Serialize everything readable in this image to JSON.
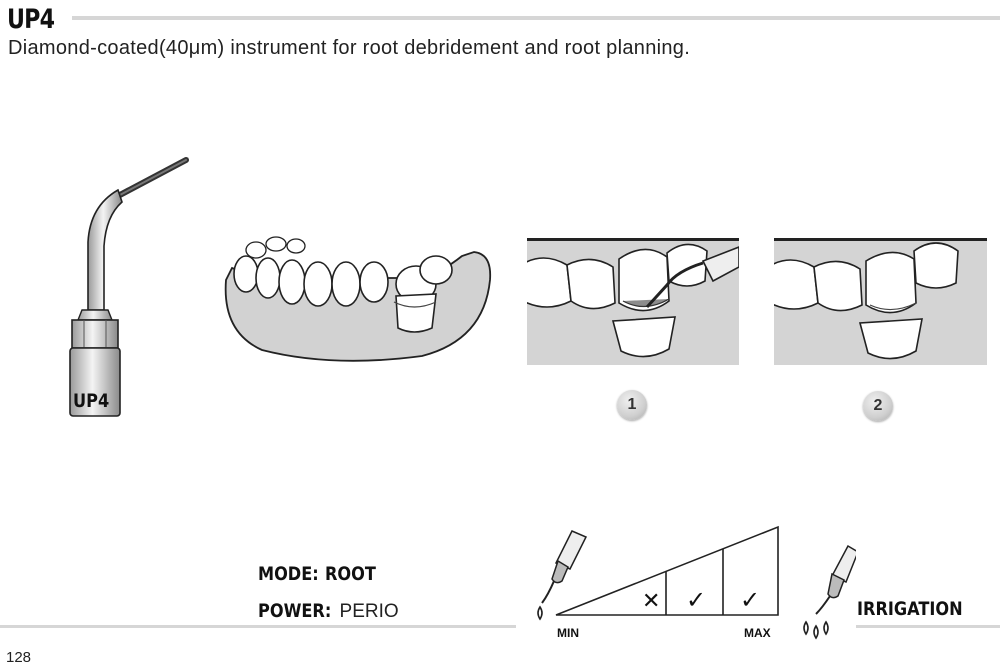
{
  "header": {
    "title": "UP4",
    "subtitle": "Diamond-coated(40μm) instrument for root debridement and root planning."
  },
  "instrument": {
    "tip_label": "UP4",
    "icon": "ultrasonic-tip-icon"
  },
  "steps": [
    {
      "number": "1",
      "icon": "tooth-scaling-illustration"
    },
    {
      "number": "2",
      "icon": "tooth-after-illustration"
    }
  ],
  "settings": {
    "mode_label": "MODE:",
    "mode_value": "ROOT",
    "power_label": "POWER:",
    "power_value": "PERIO"
  },
  "power_scale": {
    "min_label": "MIN",
    "max_label": "MAX",
    "levels": [
      "✕",
      "✓",
      "✓"
    ]
  },
  "irrigation": {
    "label": "IRRIGATION",
    "icon": "water-drops-icon"
  },
  "footer": {
    "page_number": "128"
  }
}
